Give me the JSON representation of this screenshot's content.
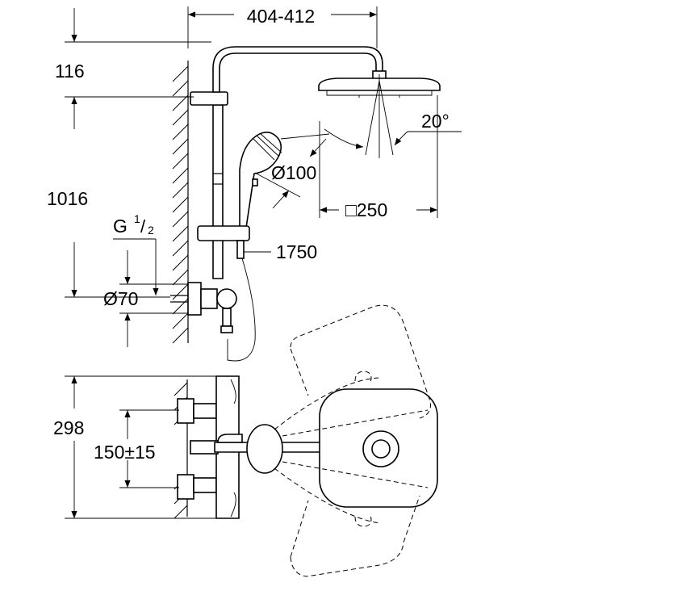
{
  "dimensions": {
    "arm_reach": "404-412",
    "head_drop": "116",
    "rail_height": "1016",
    "thread_size": "G",
    "thread_fraction_num": "1",
    "thread_fraction_den": "2",
    "rosette_diameter": "Ø70",
    "spray_angle": "20°",
    "hand_shower_diameter": "Ø100",
    "head_size": "□250",
    "hose_length": "1750",
    "mixer_depth": "298",
    "inlet_centres": "150±15"
  }
}
